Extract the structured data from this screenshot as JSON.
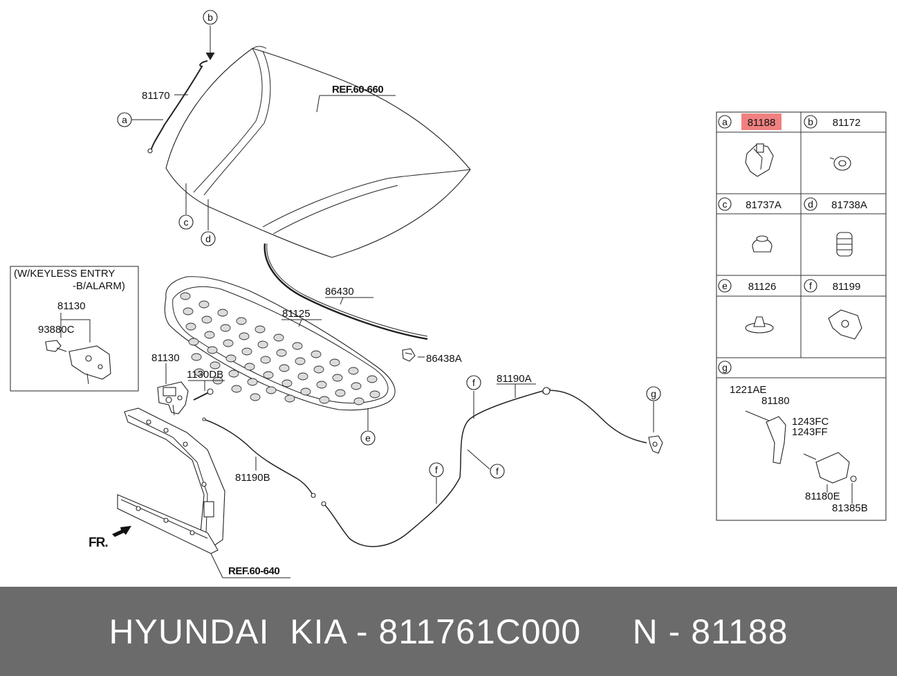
{
  "diagram": {
    "ref_hood": "REF.60-660",
    "ref_frame": "REF.60-640",
    "front_indicator": "FR.",
    "inset_title_line1": "(W/KEYLESS ENTRY",
    "inset_title_line2": "-B/ALARM)",
    "labels": {
      "p81170": "81170",
      "p86430": "86430",
      "p81125": "81125",
      "p86438A": "86438A",
      "p81130_main": "81130",
      "p1130DB": "1130DB",
      "p81190A": "81190A",
      "p81190B": "81190B",
      "p81130_inset": "81130",
      "p93880C": "93880C"
    },
    "callouts": {
      "a": "a",
      "b": "b",
      "c": "c",
      "d": "d",
      "e": "e",
      "f1": "f",
      "f2": "f",
      "f3": "f",
      "g": "g"
    }
  },
  "parts_table": {
    "highlight_color": "#f08080",
    "cells": [
      {
        "letter": "a",
        "part": "81188",
        "highlighted": true
      },
      {
        "letter": "b",
        "part": "81172",
        "highlighted": false
      },
      {
        "letter": "c",
        "part": "81737A",
        "highlighted": false
      },
      {
        "letter": "d",
        "part": "81738A",
        "highlighted": false
      },
      {
        "letter": "e",
        "part": "81126",
        "highlighted": false
      },
      {
        "letter": "f",
        "part": "81199",
        "highlighted": false
      }
    ],
    "g_cell": {
      "letter": "g",
      "parts": [
        "1221AE",
        "81180",
        "1243FC",
        "1243FF",
        "81180E",
        "81385B"
      ]
    }
  },
  "footer": {
    "text": "HYUNDAI  KIA - 811761C000     N - 81188",
    "background": "#6b6b6b",
    "color": "#ffffff"
  }
}
